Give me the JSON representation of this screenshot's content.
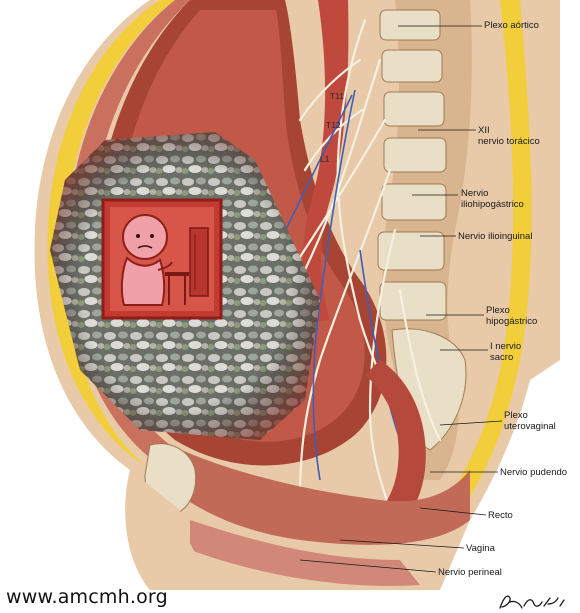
{
  "image": {
    "subject": "Sagittal anatomical illustration of a pregnant abdomen showing spinal column, nerve plexuses and pelvic organs, with an inset of pills and a cartoon figure",
    "colors": {
      "skin": "#e8c9a8",
      "fat_layer": "#f2cf3a",
      "muscle": "#b9564a",
      "nerve": "#f5f0e0",
      "vessel_blue": "#3c5fb8",
      "bone": "#e9dfc6",
      "pill_gray": "#8a8a86",
      "cartoon_red": "#c23a32",
      "cartoon_face": "#f0a0a8"
    }
  },
  "labels": {
    "plexo_aortico": "Plexo aórtico",
    "xii_nervio_toracico_1": "XII",
    "xii_nervio_toracico_2": "nervio torácico",
    "iliohipogastrico_1": "Nervio",
    "iliohipogastrico_2": "iliohipogástrico",
    "ilioinguinal": "Nervio ilioinguinal",
    "hipogastrico_1": "Plexo",
    "hipogastrico_2": "hipogástrico",
    "sacro_1": "I nervio",
    "sacro_2": "sacro",
    "uterovaginal_1": "Plexo",
    "uterovaginal_2": "uterovaginal",
    "pudendo": "Nervio pudendo",
    "recto": "Recto",
    "vagina": "Vagina",
    "perineal": "Nervio perineal"
  },
  "vertebra_labels": {
    "t11": "T11",
    "t12": "T12",
    "l1": "L1"
  },
  "watermark": "www.amcmh.org",
  "signature": "F. Netter M.D."
}
